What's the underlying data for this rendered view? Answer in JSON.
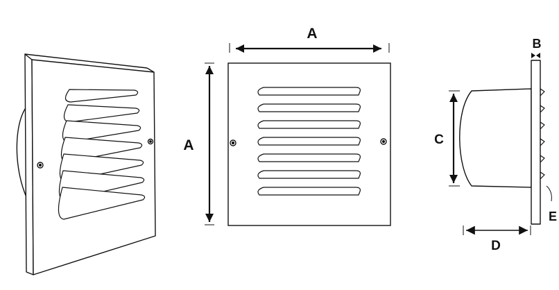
{
  "labels": {
    "width": "A",
    "height": "A",
    "flange_thickness": "B",
    "spigot_height": "C",
    "spigot_depth": "D",
    "louver_angle": "E"
  }
}
